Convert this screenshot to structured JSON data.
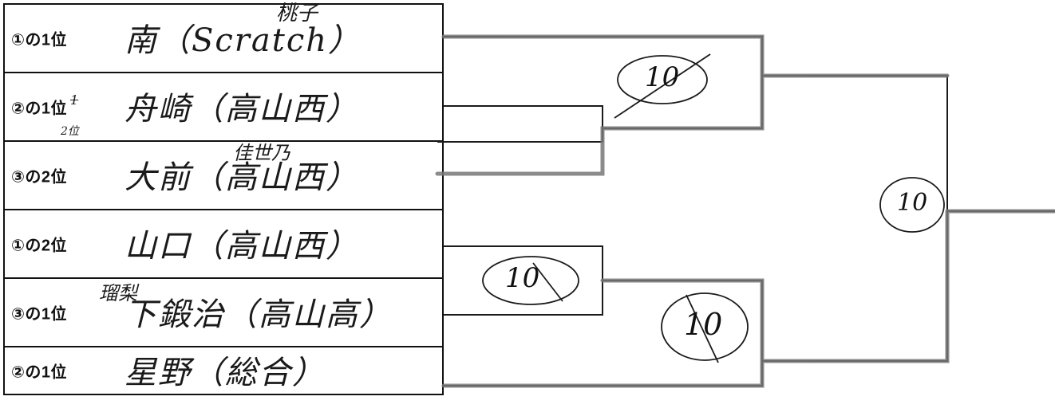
{
  "rows": [
    {
      "label": "①の1位",
      "name": "南（Scratch）",
      "note": "桃子"
    },
    {
      "label": "②の1位",
      "name": "舟崎（高山西）",
      "note": "2位",
      "label_strike_text": "1"
    },
    {
      "label": "③の2位",
      "name": "大前（高山西）",
      "note": "佳世乃"
    },
    {
      "label": "①の2位",
      "name": "山口（高山西）",
      "note": ""
    },
    {
      "label": "③の1位",
      "name": "下鍛治（高山高）",
      "note": "瑠梨"
    },
    {
      "label": "②の1位",
      "name": "星野（総合）",
      "note": ""
    }
  ],
  "bracket": {
    "match_top": "10",
    "match_lower_left": "10",
    "match_lower_right": "10",
    "final": "10"
  },
  "colors": {
    "ink": "#1a1a1a",
    "line_gray": "#777777"
  }
}
